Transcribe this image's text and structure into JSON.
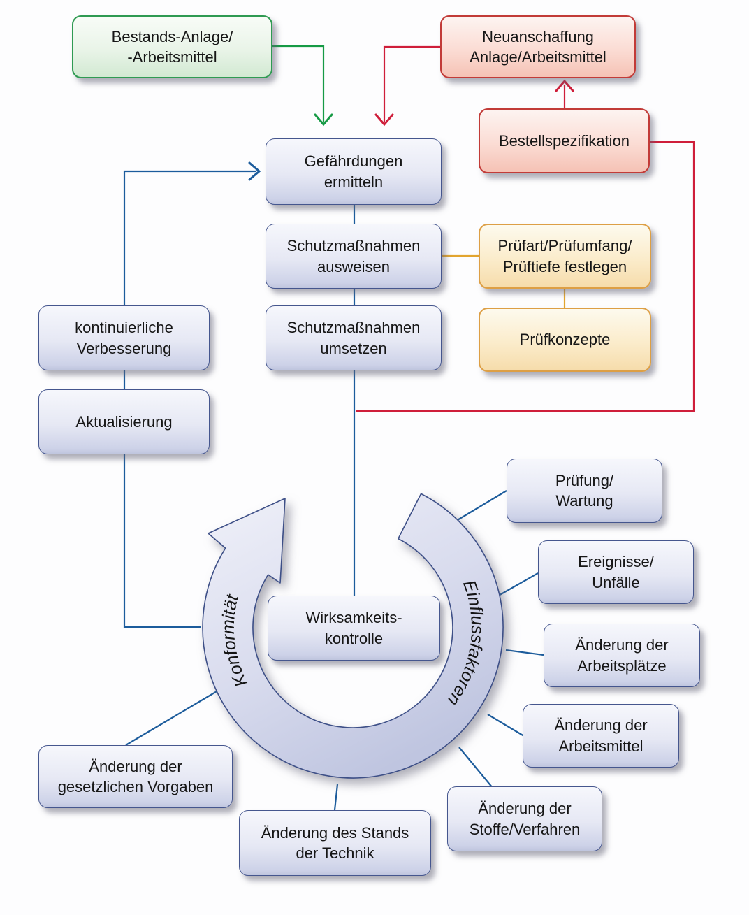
{
  "boxes": {
    "bestand": {
      "label": "Bestands-Anlage/\n-Arbeitsmittel"
    },
    "neuanschaffung": {
      "label": "Neuanschaffung\nAnlage/Arbeitsmittel"
    },
    "bestellspezifikation": {
      "label": "Bestellspezifikation"
    },
    "gefaehrdungen": {
      "label": "Gefährdungen\nermitteln"
    },
    "schutz_ausweisen": {
      "label": "Schutzmaßnahmen\nausweisen"
    },
    "pruefart": {
      "label": "Prüfart/Prüfumfang/\nPrüftiefe festlegen"
    },
    "pruefkonzepte": {
      "label": "Prüfkonzepte"
    },
    "schutz_umsetzen": {
      "label": "Schutzmaßnahmen\numsetzen"
    },
    "kontinuierliche": {
      "label": "kontinuierliche\nVerbesserung"
    },
    "aktualisierung": {
      "label": "Aktualisierung"
    },
    "wirksamkeitskontrolle": {
      "label": "Wirksamkeits-\nkontrolle"
    },
    "pruefung_wartung": {
      "label": "Prüfung/\nWartung"
    },
    "ereignisse": {
      "label": "Ereignisse/\nUnfälle"
    },
    "arbeitsplaetze": {
      "label": "Änderung der\nArbeitsplätze"
    },
    "arbeitsmittel": {
      "label": "Änderung der\nArbeitsmittel"
    },
    "stoffe": {
      "label": "Änderung der\nStoffe/Verfahren"
    },
    "technik": {
      "label": "Änderung des Stands\nder Technik"
    },
    "vorgaben": {
      "label": "Änderung der\ngesetzlichen Vorgaben"
    }
  },
  "ring": {
    "left_label": "Konformität",
    "right_label": "Einflussfaktoren"
  },
  "colors": {
    "line_blue": "#1c5c9c",
    "line_green": "#169a45",
    "line_red": "#cf1e3a",
    "line_orange": "#e2a52f",
    "box_lavender_border": "#45568e",
    "box_green_border": "#2f9a52",
    "box_red_border": "#c23b38",
    "box_orange_border": "#dd9f45",
    "ring_fill_light": "#f0f1f9",
    "ring_fill_dark": "#bfc5e0"
  }
}
